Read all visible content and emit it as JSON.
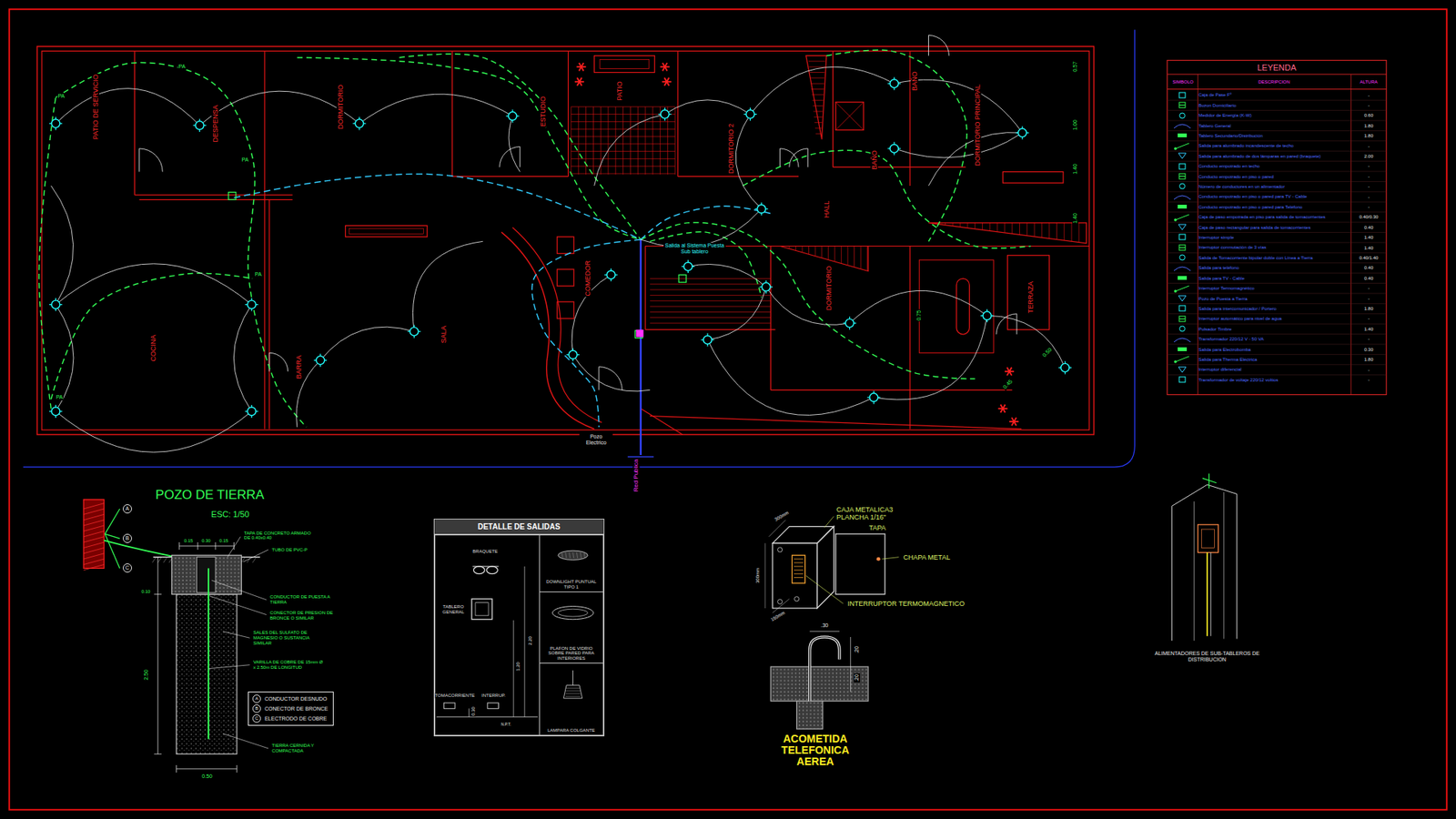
{
  "diagram": {
    "nodes": [
      {
        "text": [
          "DETALLE DE SALIDAS"
        ]
      },
      {
        "text": [
          "BRAQUETE",
          "TABLERO GENERAL",
          "TOMACORRIENTE",
          "INTERRUP."
        ],
        "in": 0
      },
      {
        "text": [
          "DOWNLIGHT PUNTUAL TIPO 1"
        ],
        "in": 0
      },
      {
        "text": [
          "PLAFON DE VIDRIO SOBRE PARED PARA INTERIORES"
        ],
        "in": 0
      },
      {
        "text": [
          "LAMPARA COLGANTE"
        ],
        "in": 0
      },
      {
        "text": [
          "A",
          "CONDUCTOR DESNUDO",
          "B",
          "CONECTOR DE BRONCE",
          "C",
          "ELECTRODO DE COBRE"
        ]
      }
    ],
    "labels": [
      "PATIO DE SERVICIO",
      "DESPENSA",
      "DORMITORIO",
      "ESTUDIO",
      "PATIO",
      "DORMITORIO 2",
      "BAÑO",
      "BAÑO",
      "DORMITORIO PRINCIPAL",
      "HALL",
      "COCINA",
      "BARRA",
      "SALA",
      "COMEDOR",
      "DORMITORIO",
      "TERRAZA",
      "Pozo Electrico",
      "Red Publica",
      "Salida al Sistema Puesta Sub tablero",
      "PA",
      "PA",
      "PA",
      "PA",
      "PA",
      "0.57",
      "1.00",
      "1.40",
      "1.40",
      "0.75",
      "0.50",
      "0.45",
      "LEYENDA",
      "SIMBOLO",
      "DESCRIPCION",
      "ALTURA",
      "-",
      "-",
      "0.60",
      "1.80",
      "1.80",
      "-",
      "2.00",
      "-",
      "-",
      "-",
      "-",
      "-",
      "0.40/0.30",
      "0.40",
      "1.40",
      "1.40",
      "0.40/1.40",
      "0.40",
      "0.40",
      "-",
      "-",
      "1.80",
      "-",
      "1.40",
      "-",
      "0.30",
      "1.80",
      "-",
      "-",
      "POZO DE TIERRA",
      "ESC: 1/50",
      "0.15",
      "0.30",
      "0.15",
      "0.10",
      "2.50",
      "0.50",
      "TAPA DE CONCRETO ARMADO DE 0.40x0.40",
      "TUBO DE PVC-P",
      "CONDUCTOR DE PUESTA A TIERRA",
      "CONECTOR DE PRESION DE BRONCE O SIMILAR",
      "SALES DEL SULFATO DE MAGNESIO O SUSTANCIA SIMILAR",
      "VARILLA DE COBRE DE 15mm Ø x 2.50m DE LONGITUD",
      "TIERRA CERNIDA Y COMPACTADA",
      "A",
      "B",
      "C",
      "2.20",
      "1.20",
      "0.30",
      "N.P.T.",
      "CAJA METALICA3 PLANCHA 1/16\"",
      "TAPA",
      "CHAPA METAL",
      "INTERRUPTOR TERMOMAGNETICO",
      "300mm",
      "300mm",
      "150mm",
      ".30",
      ".20",
      ".20",
      "ACOMETIDA TELEFONICA AEREA",
      "ALIMENTADORES DE SUB-TABLEROS DE DISTRIBUCION"
    ],
    "legend": [
      {
        "text": "Caja de Pase Fº"
      },
      {
        "text": "Buzon Domiciliario"
      },
      {
        "text": "Medidor de Energía (K-W)"
      },
      {
        "text": "Tablero General"
      },
      {
        "text": "Tablero Secundario/Distribución"
      },
      {
        "text": "Salida para alumbrado incandescente de techo"
      },
      {
        "text": "Salida para alumbrado de dos lámparas en pared (braquete)"
      },
      {
        "text": "Conducto empotrado en techo"
      },
      {
        "text": "Conducto empotrado en piso o pared"
      },
      {
        "text": "Número de conductores en un alimentador"
      },
      {
        "text": "Conducto empotrado en piso o pared para TV - Cable"
      },
      {
        "text": "Conducto empotrado en piso o pared para Teléfono"
      },
      {
        "text": "Caja de paso empotrada en piso para salida de tomacorrientes"
      },
      {
        "text": "Caja de paso rectangular para salida de tomacorrientes"
      },
      {
        "text": "Interruptor simple"
      },
      {
        "text": "Interruptor conmutación de 3 vías"
      },
      {
        "text": "Salida de Tomacorriente bipolar doble con Línea a Tierra"
      },
      {
        "text": "Salida para teléfono"
      },
      {
        "text": "Salida para TV - Cable"
      },
      {
        "text": "Interruptor Termomagnético"
      },
      {
        "text": "Pozo de Puesta a Tierra"
      },
      {
        "text": "Salida para intercomunicador / Portero"
      },
      {
        "text": "Interruptor automático para nivel de agua"
      },
      {
        "text": "Pulsador Timbre"
      },
      {
        "text": "Transformador 220/12 V - 50 VA"
      },
      {
        "text": "Salida para Electrobomba"
      },
      {
        "text": "Salida para Therma Eléctrica"
      },
      {
        "text": "Interruptor diferencial"
      },
      {
        "text": "Transformador de voltaje 220/12 voltios"
      }
    ]
  }
}
